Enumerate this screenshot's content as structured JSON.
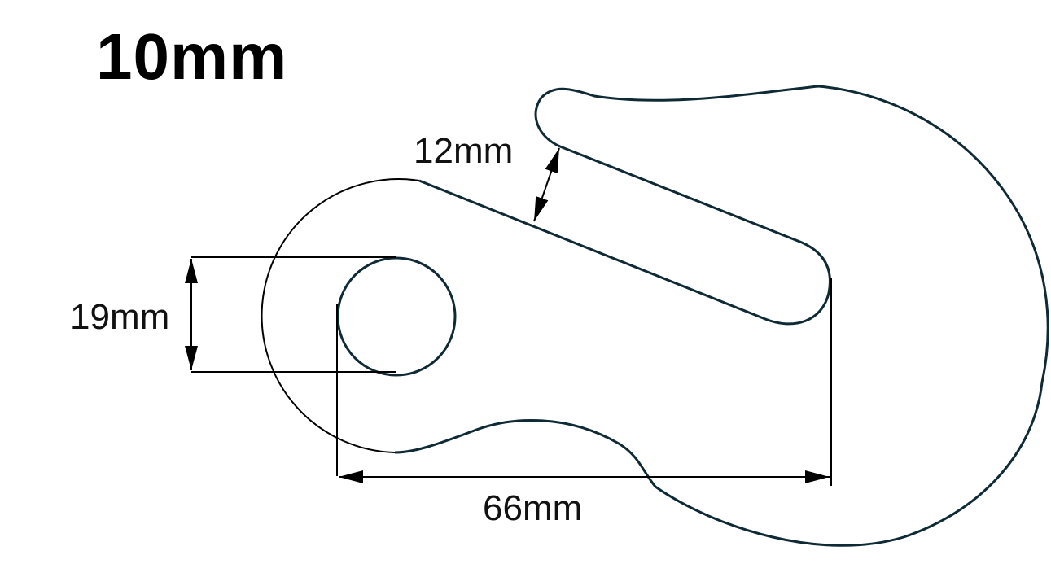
{
  "title": "10mm",
  "colors": {
    "outline": "#0e2a35",
    "dimension": "#000000",
    "background": "#ffffff"
  },
  "dimensions": {
    "slot_width": {
      "label": "12mm"
    },
    "hole_diameter": {
      "label": "19mm"
    },
    "hole_to_slot_length": {
      "label": "66mm"
    }
  }
}
